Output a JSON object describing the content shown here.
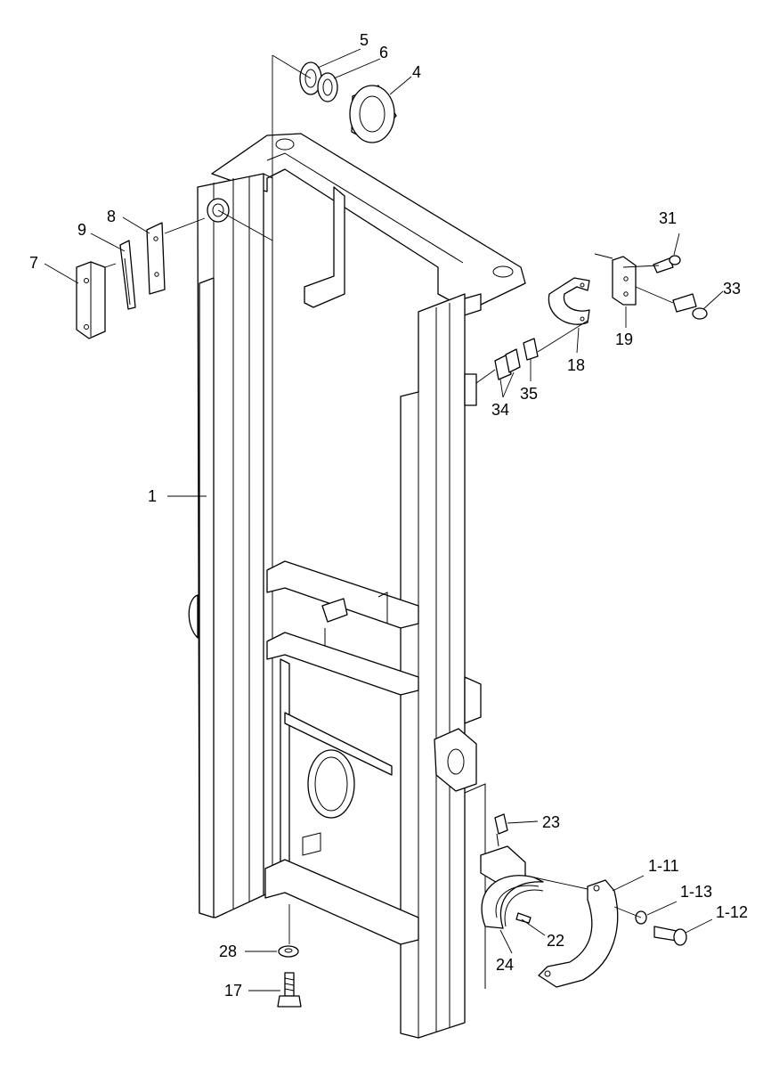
{
  "colors": {
    "line": "#000000",
    "background": "#ffffff"
  },
  "callouts": {
    "c1": "1",
    "c4": "4",
    "c5": "5",
    "c6": "6",
    "c7": "7",
    "c8": "8",
    "c9": "9",
    "c17": "17",
    "c18": "18",
    "c19": "19",
    "c22": "22",
    "c23": "23",
    "c24": "24",
    "c28": "28",
    "c31": "31",
    "c33": "33",
    "c34": "34",
    "c35": "35",
    "c1_11": "1-11",
    "c1_12": "1-12",
    "c1_13": "1-13"
  }
}
